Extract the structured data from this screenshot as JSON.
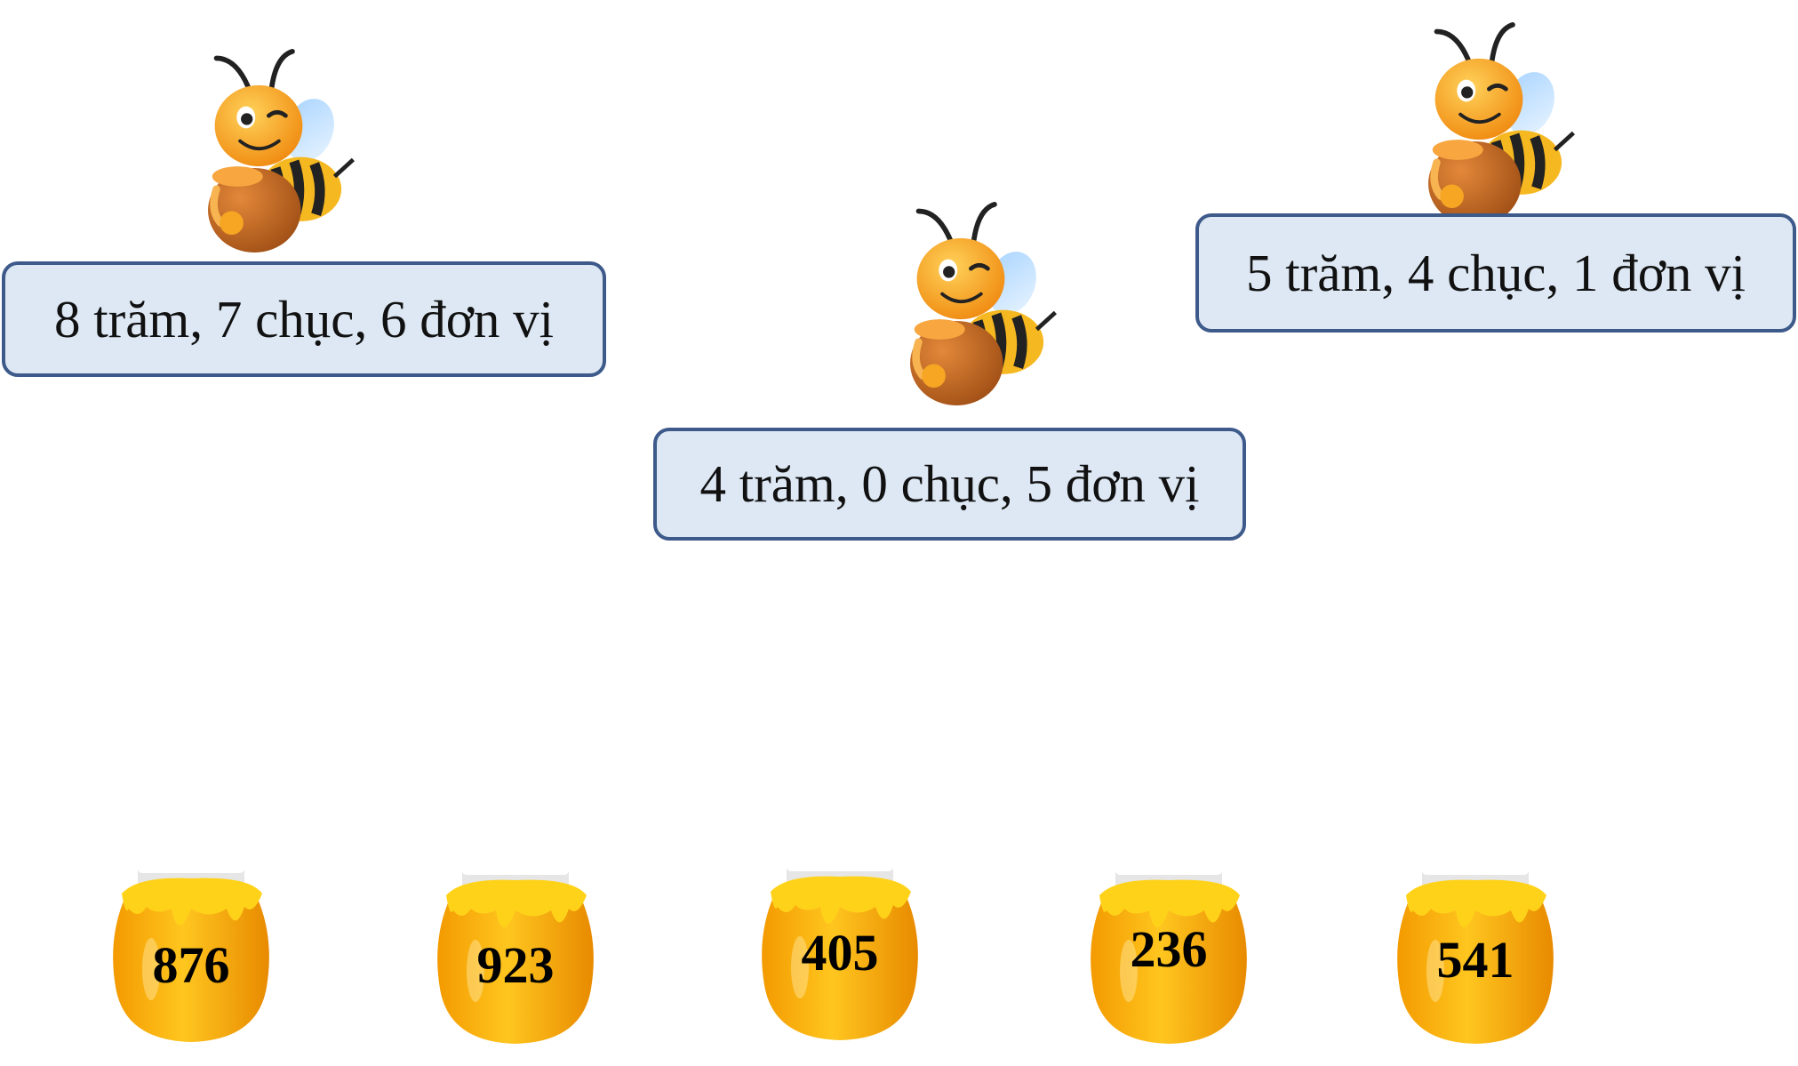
{
  "bees": [
    {
      "card_text": "8 trăm, 7 chục, 6 đơn vị"
    },
    {
      "card_text": "4 trăm, 0 chục, 5 đơn vị"
    },
    {
      "card_text": "5 trăm, 4 chục, 1 đơn vị"
    }
  ],
  "jars": [
    {
      "number": "876"
    },
    {
      "number": "923"
    },
    {
      "number": "405"
    },
    {
      "number": "236"
    },
    {
      "number": "541"
    }
  ],
  "icons": {
    "bee": "bee-carrying-honey-pot-icon",
    "jar": "honey-jar-icon"
  },
  "colors": {
    "card_fill": "#dde8f4",
    "card_border": "#3d5a8a",
    "honey": "#f7a518",
    "bee_body": "#f6a623"
  }
}
